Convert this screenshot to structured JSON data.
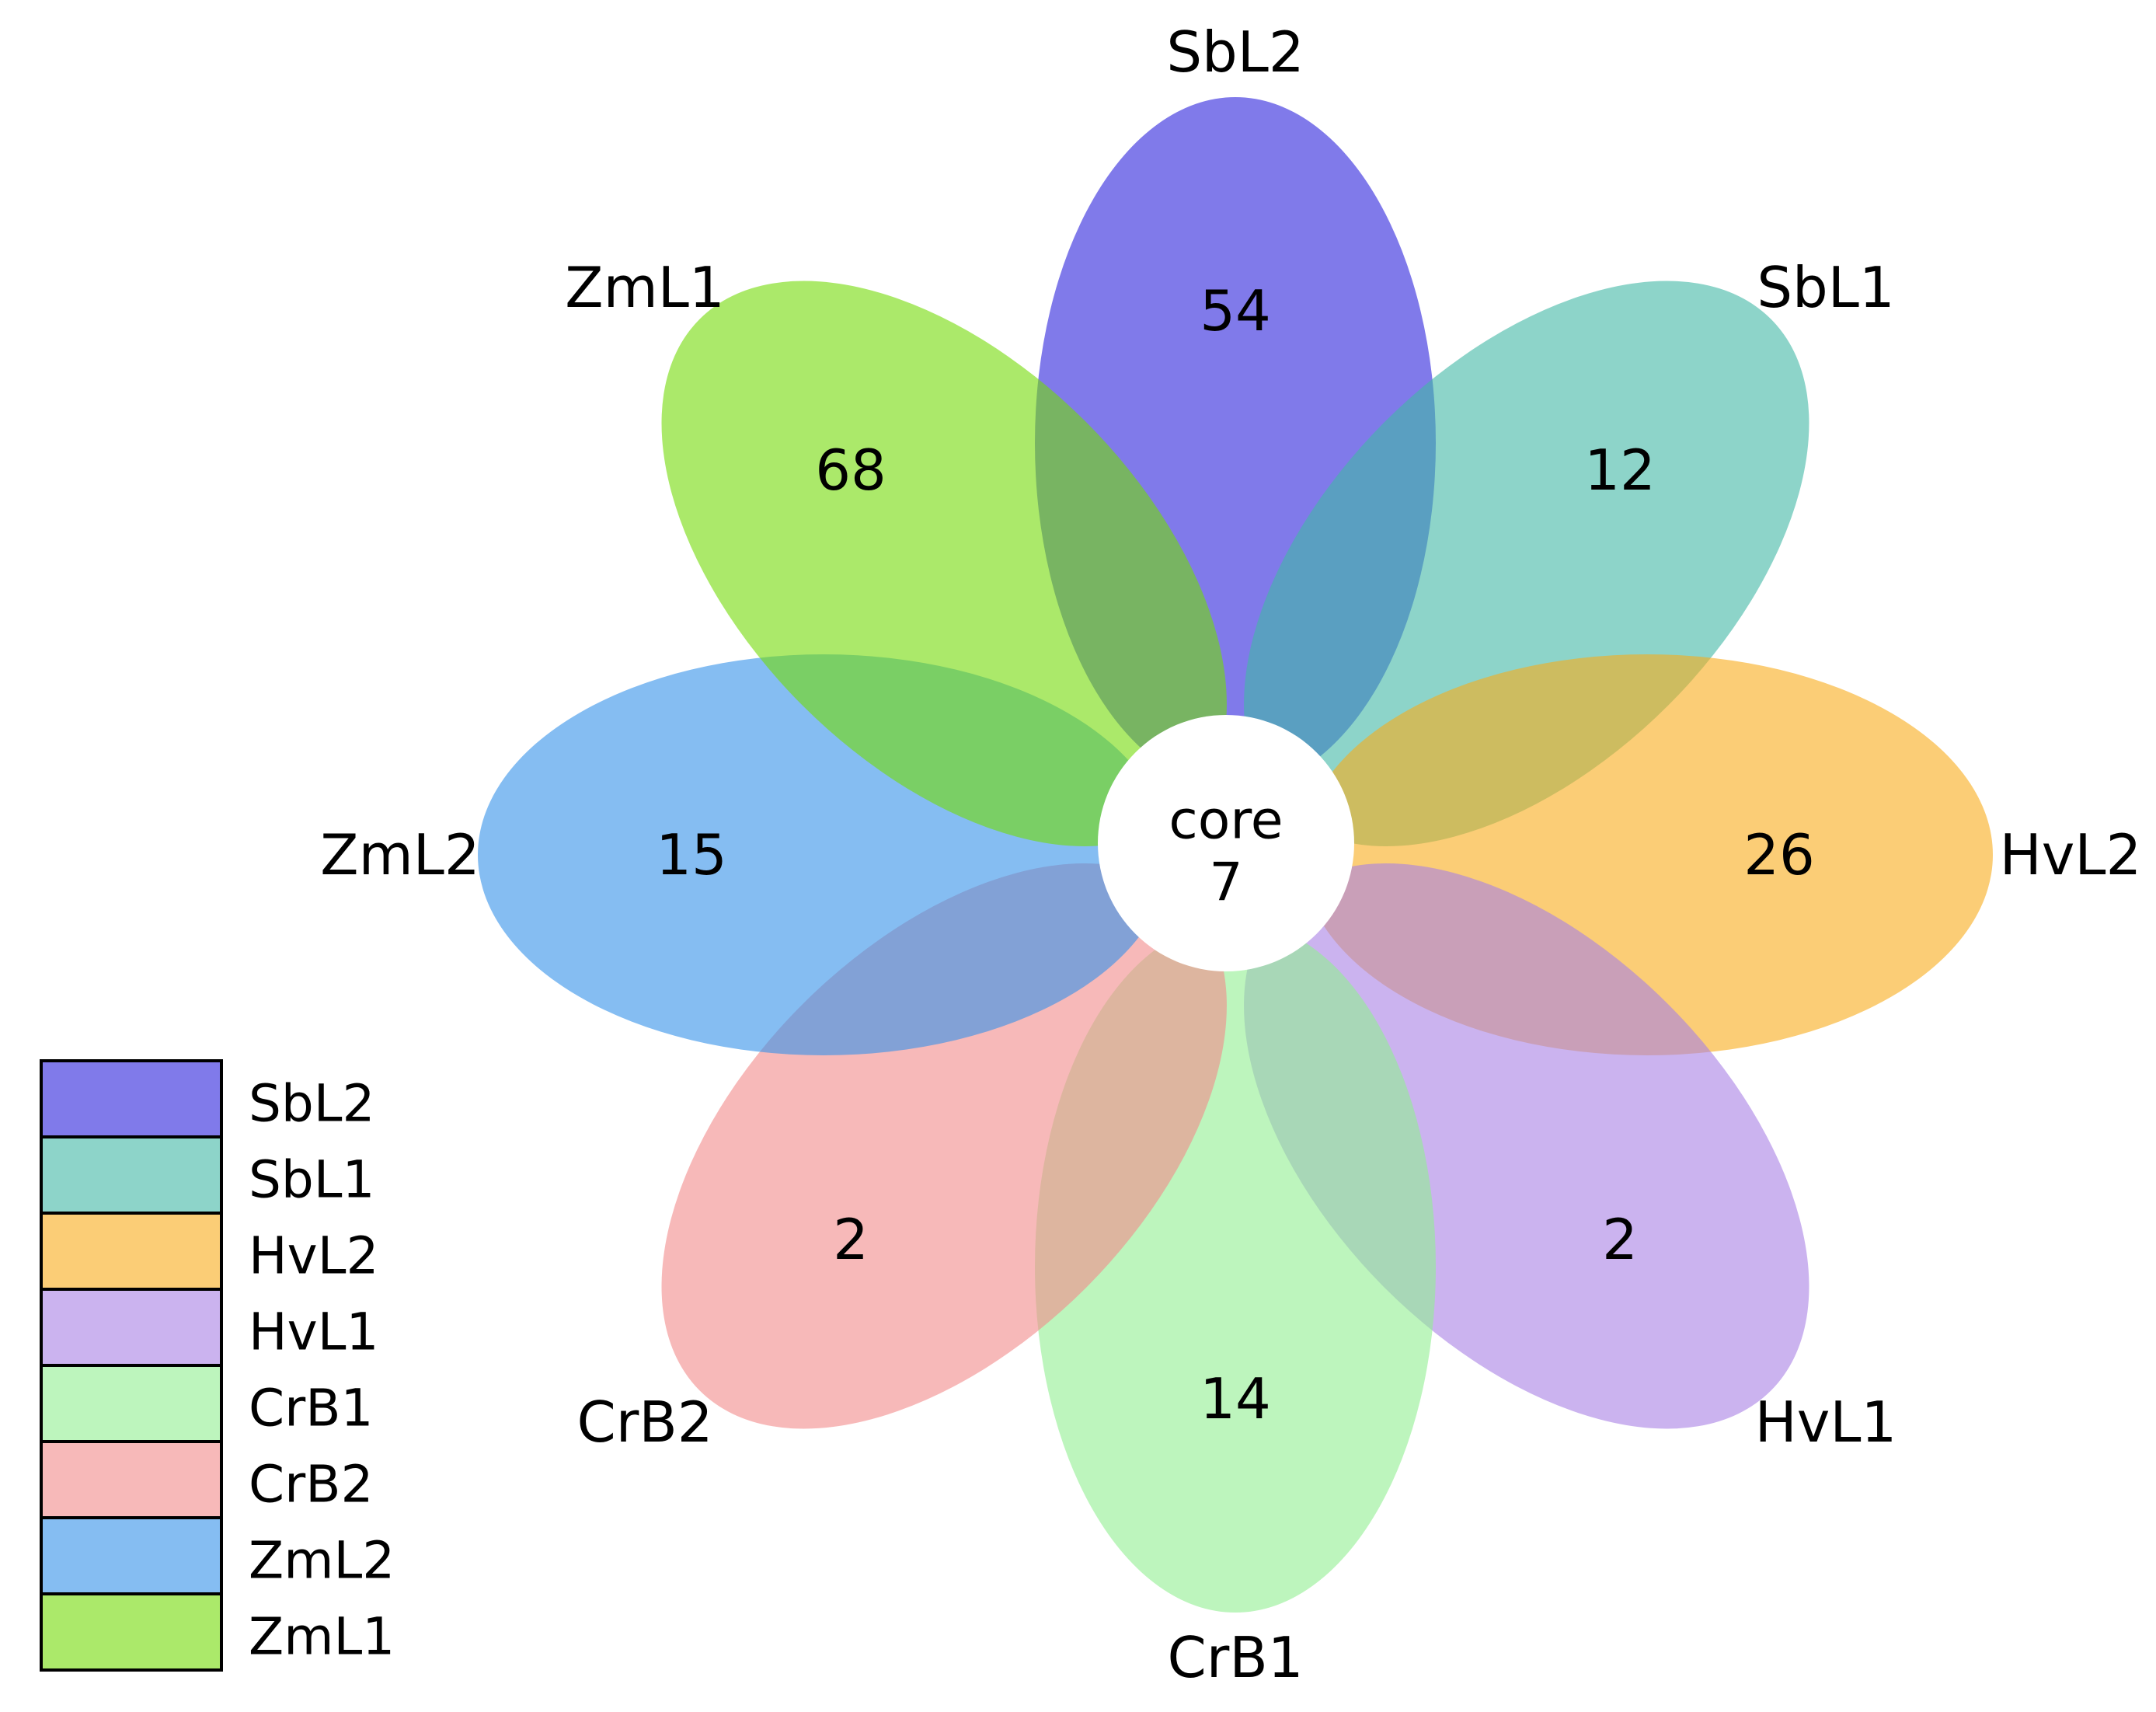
{
  "chart_data": {
    "type": "flower-venn",
    "title": "",
    "description": "Eight-set flower (petal) Venn diagram with unique counts per set and shared core count",
    "background_color": "#ffffff",
    "text_color": "#000000",
    "petal_alpha": 0.6,
    "center": {
      "label": "core",
      "value": "7",
      "fill": "#ffffff"
    },
    "petals": [
      {
        "label": "SbL2",
        "value": "54",
        "angle_deg": -90,
        "base_rgb": [
          43,
          33,
          220
        ],
        "display_color": "#807aea"
      },
      {
        "label": "SbL1",
        "value": "12",
        "angle_deg": -45,
        "base_rgb": [
          65,
          183,
          165
        ],
        "display_color": "#8dd4c9"
      },
      {
        "label": "HvL2",
        "value": "26",
        "angle_deg": 0,
        "base_rgb": [
          248,
          172,
          27
        ],
        "display_color": "#fbcd76"
      },
      {
        "label": "HvL1",
        "value": "2",
        "angle_deg": 45,
        "base_rgb": [
          168,
          128,
          228
        ],
        "display_color": "#cbb3ef"
      },
      {
        "label": "CrB1",
        "value": "14",
        "angle_deg": 90,
        "base_rgb": [
          145,
          238,
          145
        ],
        "display_color": "#bdf5bd"
      },
      {
        "label": "CrB2",
        "value": "2",
        "angle_deg": 135,
        "base_rgb": [
          242,
          138,
          138
        ],
        "display_color": "#f7b9b9"
      },
      {
        "label": "ZmL2",
        "value": "15",
        "angle_deg": 180,
        "base_rgb": [
          52,
          145,
          233
        ],
        "display_color": "#85bdf2"
      },
      {
        "label": "ZmL1",
        "value": "68",
        "angle_deg": -135,
        "base_rgb": [
          115,
          218,
          7
        ],
        "display_color": "#abe96a"
      }
    ],
    "legend": {
      "position": "bottom-left",
      "border_color": "#000000",
      "entries": [
        {
          "label": "SbL2",
          "color": "#807aea"
        },
        {
          "label": "SbL1",
          "color": "#8dd4c9"
        },
        {
          "label": "HvL2",
          "color": "#fbcd76"
        },
        {
          "label": "HvL1",
          "color": "#cbb3ef"
        },
        {
          "label": "CrB1",
          "color": "#bdf5bd"
        },
        {
          "label": "CrB2",
          "color": "#f7b9b9"
        },
        {
          "label": "ZmL2",
          "color": "#85bdf2"
        },
        {
          "label": "ZmL1",
          "color": "#abe96a"
        }
      ]
    }
  }
}
